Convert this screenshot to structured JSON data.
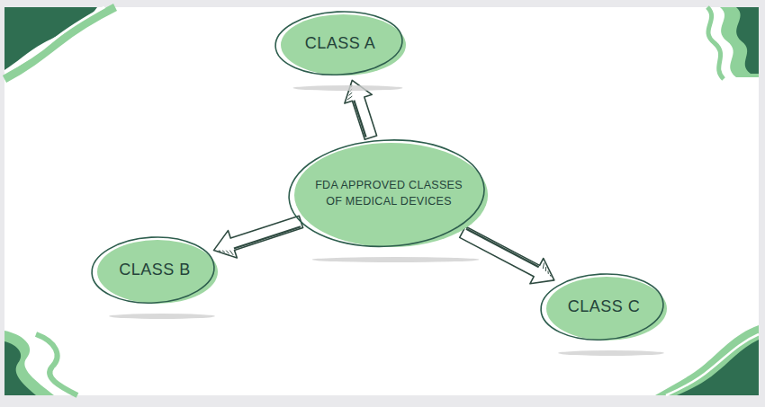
{
  "diagram": {
    "nodes": [
      {
        "text": [
          "CLASS A"
        ]
      },
      {
        "text": [
          "FDA APPROVED CLASSES OF MEDICAL DEVICES"
        ]
      },
      {
        "text": [
          "CLASS B"
        ]
      },
      {
        "text": [
          "CLASS C"
        ]
      }
    ],
    "edges": [
      {
        "from": 1,
        "to": 0,
        "arrow": "to"
      },
      {
        "from": 1,
        "to": 2,
        "arrow": "to"
      },
      {
        "from": 1,
        "to": 3,
        "arrow": "to"
      }
    ]
  }
}
